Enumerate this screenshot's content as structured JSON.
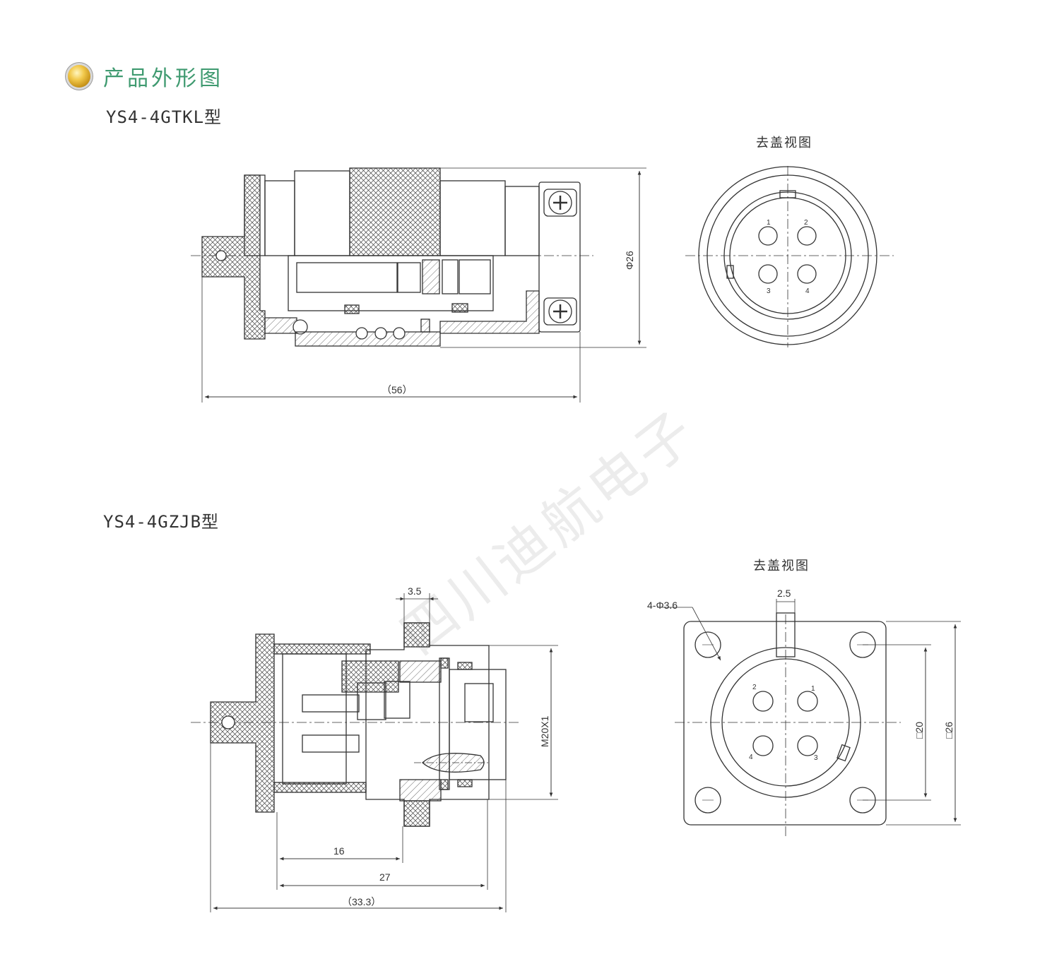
{
  "header": {
    "title": "产品外形图"
  },
  "models": [
    {
      "name": "YS4-4GTKL型",
      "view_title": "去盖视图",
      "dims": {
        "length": "（56）",
        "diameter": "Φ26"
      },
      "pins": [
        "1",
        "2",
        "3",
        "4"
      ]
    },
    {
      "name": "YS4-4GZJB型",
      "view_title": "去盖视图",
      "dims": {
        "flange": "3.5",
        "thread": "M20X1",
        "d16": "16",
        "d27": "27",
        "overall": "（33.3）",
        "slot": "2.5",
        "holes": "4-Φ3.6",
        "sq20": "□20",
        "sq26": "□26"
      },
      "pins": [
        "1",
        "2",
        "3",
        "4"
      ]
    }
  ],
  "watermark": "四川迪航电子"
}
